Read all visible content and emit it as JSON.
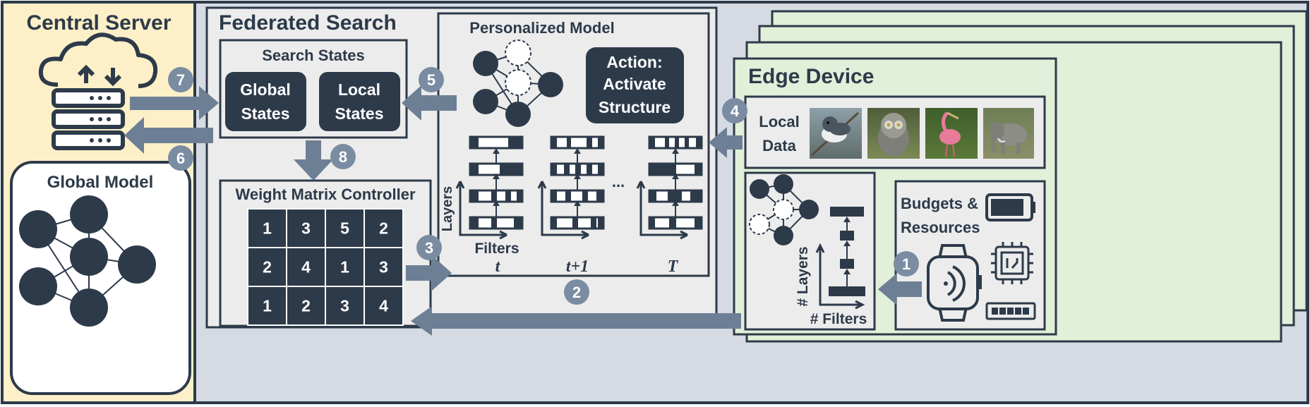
{
  "central_server": {
    "title": "Central Server",
    "global_model_title": "Global Model"
  },
  "federated_search": {
    "title": "Federated Search"
  },
  "search_states": {
    "title": "Search States",
    "global_line1": "Global",
    "global_line2": "States",
    "local_line1": "Local",
    "local_line2": "States"
  },
  "personalized_model": {
    "title": "Personalized Model",
    "action_line1": "Action:",
    "action_line2": "Activate",
    "action_line3": "Structure"
  },
  "weight_matrix": {
    "title": "Weight Matrix Controller",
    "cells": [
      [
        "1",
        "3",
        "5",
        "2"
      ],
      [
        "2",
        "4",
        "1",
        "3"
      ],
      [
        "1",
        "2",
        "3",
        "4"
      ]
    ]
  },
  "filter_plots": {
    "y_label": "Layers",
    "x_label": "Filters",
    "ellipsis": "...",
    "step_labels": [
      "t",
      "t+1",
      "T"
    ]
  },
  "edge_device": {
    "title": "Edge Device",
    "local_data_line1": "Local",
    "local_data_line2": "Data",
    "budgets_line1": "Budgets &",
    "budgets_line2": "Resources",
    "y_label": "# Layers",
    "x_label": "# Filters"
  },
  "step_badges": [
    "1",
    "2",
    "3",
    "4",
    "5",
    "6",
    "7",
    "8"
  ],
  "colors": {
    "server_bg": "#fdf0c8",
    "fed_bg": "#d6dbe3",
    "edge_bg": "#e2efd9",
    "dark": "#2d3a4a",
    "arrow": "#6c7f95",
    "badge": "#7a8ca1"
  },
  "icons": [
    "cloud-server-icon",
    "smartwatch-icon",
    "cpu-chip-icon",
    "memory-module-icon",
    "battery-icon"
  ],
  "images": [
    "bird-photo",
    "owl-photo",
    "spoonbill-photo",
    "elephant-photo"
  ]
}
